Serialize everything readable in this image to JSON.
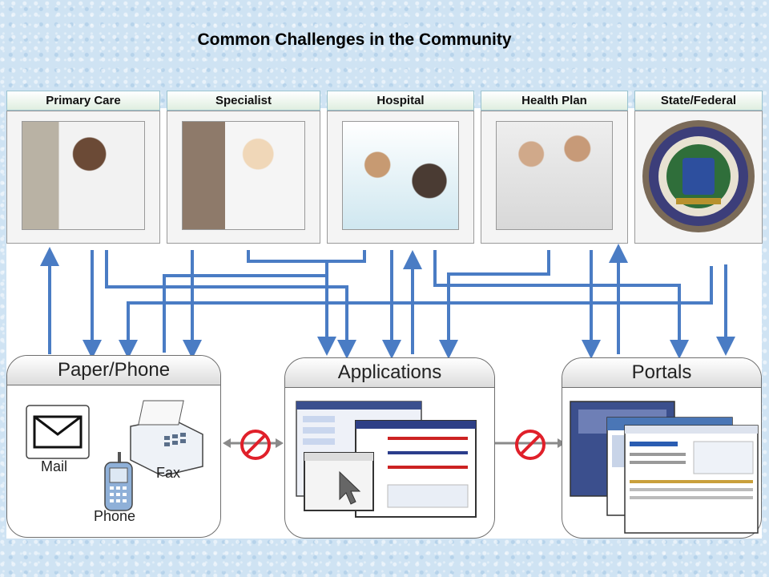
{
  "title": "Common Challenges in the Community",
  "columns": [
    {
      "label": "Primary Care"
    },
    {
      "label": "Specialist"
    },
    {
      "label": "Hospital"
    },
    {
      "label": "Health Plan"
    },
    {
      "label": "State/Federal"
    }
  ],
  "hubs": {
    "paper_phone": {
      "title": "Paper/Phone",
      "mail": "Mail",
      "fax": "Fax",
      "phone": "Phone"
    },
    "applications": {
      "title": "Applications"
    },
    "portals": {
      "title": "Portals"
    }
  },
  "colors": {
    "arrow": "#4a7cc4",
    "prohibit": "#e0202a",
    "header_green": "#dfeee0"
  },
  "icons": [
    "envelope-icon",
    "fax-icon",
    "cell-phone-icon",
    "cursor-icon",
    "no-sign-icon"
  ]
}
